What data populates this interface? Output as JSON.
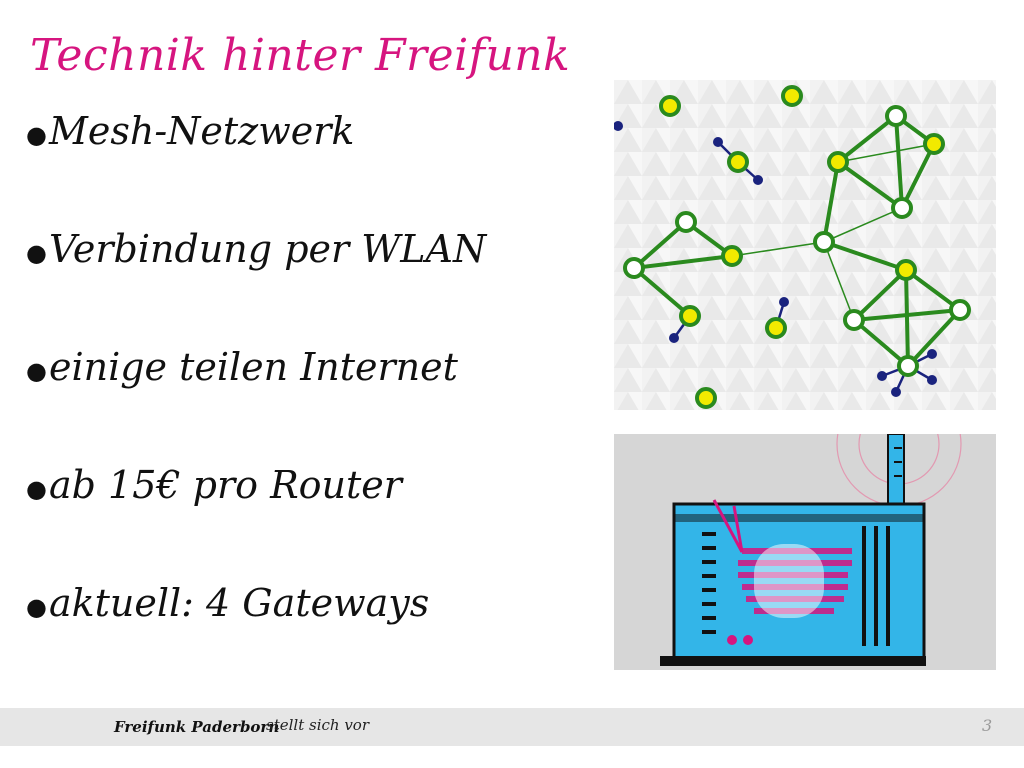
{
  "slide": {
    "title": "Technik hinter Freifunk",
    "bullet_marker": "●",
    "bullets": [
      "Mesh-Netzwerk",
      "Verbindung per WLAN",
      "einige teilen Internet",
      "ab 15€ pro Router",
      "aktuell: 4 Gateways"
    ]
  },
  "footer": {
    "org": "Freifunk Paderborn",
    "subtitle": "stellt sich vor",
    "page_number": "3"
  },
  "colors": {
    "title": "#d6157f",
    "mesh_line": "#2a8a1e",
    "node_yellow": "#f2ea00",
    "node_dark": "#1a237e",
    "router_body": "#33b5e8"
  }
}
